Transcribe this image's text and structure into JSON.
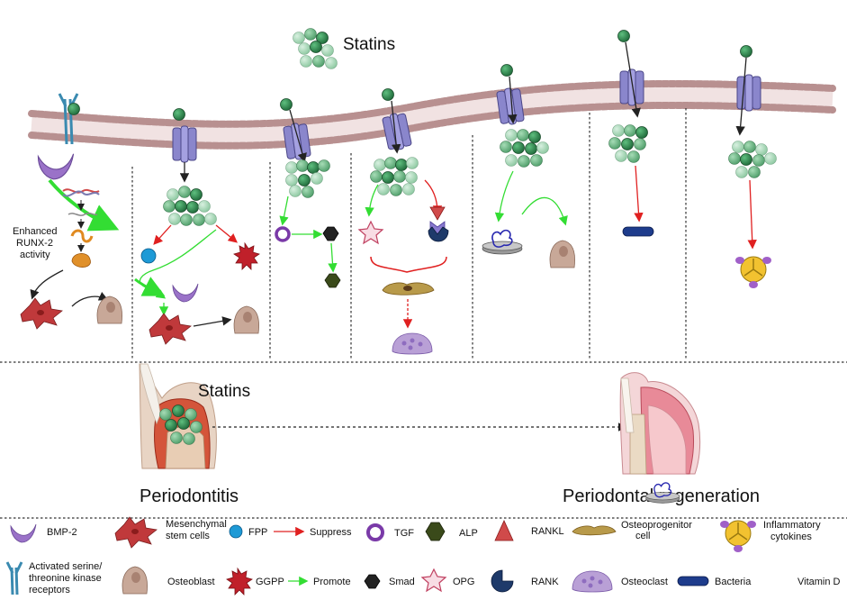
{
  "header": {
    "statins_label": "Statins"
  },
  "left_panel": {
    "runx_label_1": "Enhanced",
    "runx_label_2": "RUNX-2",
    "runx_label_3": "activity"
  },
  "bottom": {
    "statins_label": "Statins",
    "periodontitis_label": "Periodontitis",
    "regeneration_label": "Periodontal regeneration"
  },
  "legend": {
    "bmp2": "BMP-2",
    "msc_1": "Mesenchymal",
    "msc_2": "stem cells",
    "fpp": "FPP",
    "suppress": "Suppress",
    "tgf": "TGF",
    "alp": "ALP",
    "rankl": "RANKL",
    "osteoprogenitor_1": "Osteoprogenitor",
    "osteoprogenitor_2": "cell",
    "inflammatory_1": "Inflammatory",
    "inflammatory_2": "cytokines",
    "receptor_1": "Activated serine/",
    "receptor_2": "threonine kinase",
    "receptor_3": "receptors",
    "osteoblast": "Osteoblast",
    "ggpp": "GGPP",
    "promote": "Promote",
    "smad": "Smad",
    "opg": "OPG",
    "rank": "RANK",
    "osteoclast": "Osteoclast",
    "bacteria": "Bacteria",
    "vitamin_d": "Vitamin D"
  },
  "colors": {
    "statin_dark": "#2e7d4a",
    "statin_light": "#a8d8b8",
    "suppress_arrow": "#e02020",
    "promote_arrow": "#33dd33",
    "membrane_head": "#b89090",
    "channel": "#8a86cc",
    "msc": "#c0393b",
    "osteoblast": "#c8a898",
    "bmp2": "#9a72c8"
  }
}
